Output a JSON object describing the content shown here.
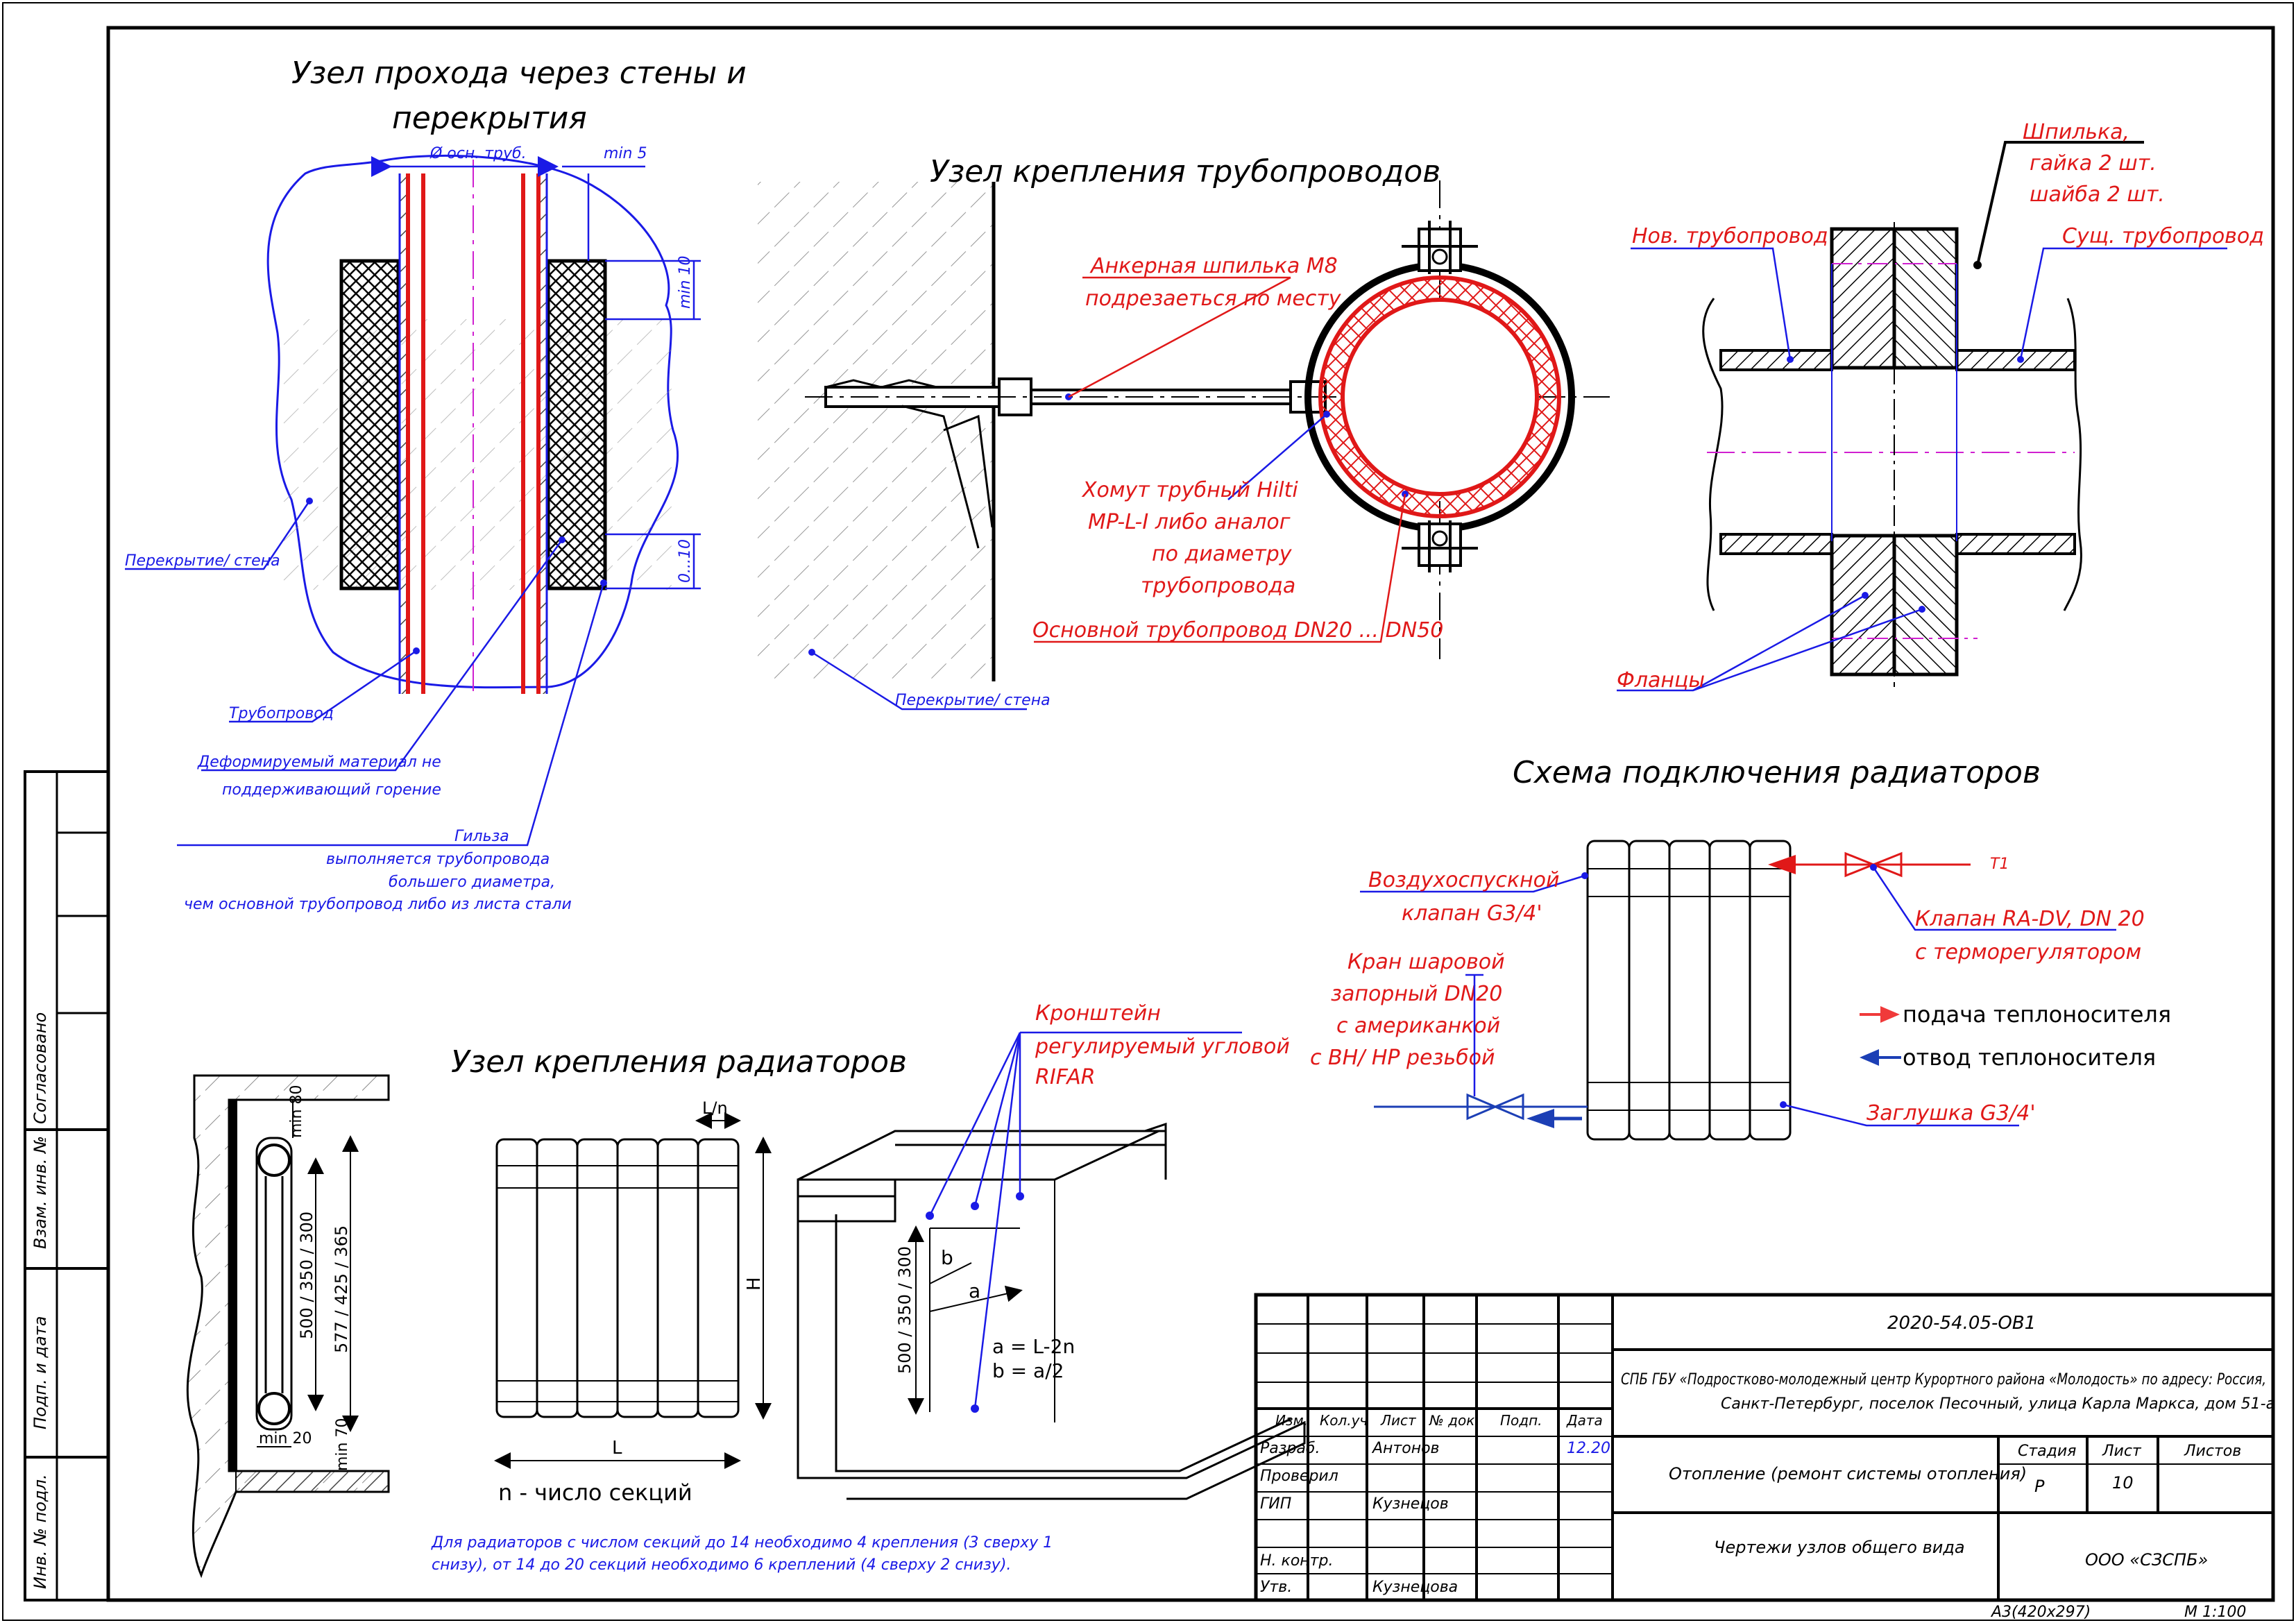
{
  "titles": {
    "wall_pass": [
      "Узел прохода через стены и",
      "перекрытия"
    ],
    "pipe_mount": "Узел крепления трубопроводов",
    "radiator_scheme": "Схема подключения радиаторов",
    "radiator_mount": "Узел крепления радиаторов"
  },
  "wall_pass": {
    "dim_diameter": "Ø  осн. труб.",
    "dim_min5": "min 5",
    "dim_min10": "min 10",
    "dim_0_10": "0...10",
    "label_slab": "Перекрытие/ стена",
    "label_pipe": "Трубопровод",
    "label_deform": [
      "Деформируемый материал не",
      "поддерживающий горение"
    ],
    "label_sleeve": [
      "Гильза",
      "выполняется трубопровода",
      "большего диаметра,",
      "чем основной трубопровод либо из листа стали"
    ]
  },
  "pipe_mount": {
    "label_anchor": [
      "Анкерная шпилька М8",
      "подрезаеться по месту"
    ],
    "label_clamp": [
      "Хомут трубный Hilti",
      "MP-L-I либо аналог",
      "по диаметру",
      "трубопровода"
    ],
    "label_main_pipe": "Основной трубопровод DN20 ... DN50",
    "label_slab": "Перекрытие/ стена"
  },
  "flange": {
    "label_stud": [
      "Шпилька,",
      "гайка 2 шт.",
      "шайба 2 шт."
    ],
    "label_new": "Нов. трубопровод",
    "label_existing": "Сущ. трубопровод",
    "label_flanges": "Фланцы"
  },
  "radiator_scheme": {
    "label_air_valve": [
      "Воздухоспускной",
      "клапан G3/4'"
    ],
    "label_ball_valve": [
      "Кран шаровой",
      "запорный DN20",
      "с американкой",
      "с ВН/ НР резьбой"
    ],
    "label_t1": "Т1",
    "label_ra_valve": [
      "Клапан RA-DV, DN 20",
      "с терморегулятором"
    ],
    "legend_supply": "подача теплоносителя",
    "legend_return": "отвод теплоносителя",
    "label_plug": "Заглушка G3/4'"
  },
  "radiator_mount": {
    "dim_min80": "min 80",
    "dim_heights1": "500 / 350 / 300",
    "dim_heights2": "577 / 425 / 365",
    "dim_min20": "min 20",
    "dim_min70": "min 70",
    "dim_ln": "L/n",
    "dim_h": "H",
    "dim_l": "L",
    "caption_n": "n - число секций",
    "label_bracket": [
      "Кронштейн",
      "регулируемый угловой",
      "RIFAR"
    ],
    "dim_b": "b",
    "dim_a": "a",
    "formula_a": "a = L-2n",
    "formula_b": "b = a/2",
    "dim_heights3": "500 / 350 / 300",
    "note": [
      "Для радиаторов с числом секций до 14 необходимо 4 крепления (3 сверху 1",
      "снизу), от 14 до 20 секций необходимо 6 креплений (4 сверху 2 снизу)."
    ]
  },
  "side_stamp": [
    "Согласовано",
    "Взам. инв. №",
    "Подп. и дата",
    "Инв. № подл."
  ],
  "title_block": {
    "code": "2020-54.05-ОВ1",
    "project": [
      "СПБ ГБУ «Подростково-молодежный центр Курортного района «Молодость» по адресу: Россия,",
      "Санкт-Петербург, поселок Песочный, улица Карла Маркса, дом 51-а"
    ],
    "col_heads": [
      "Изм.",
      "Кол.уч",
      "Лист",
      "№ док.",
      "Подп.",
      "Дата"
    ],
    "rows": [
      {
        "role": "Разраб.",
        "name": "Антонов",
        "date": "12.20"
      },
      {
        "role": "Проверил",
        "name": "",
        "date": ""
      },
      {
        "role": "ГИП",
        "name": "Кузнецов",
        "date": ""
      },
      {
        "role": "",
        "name": "",
        "date": ""
      },
      {
        "role": "Н. контр.",
        "name": "",
        "date": ""
      },
      {
        "role": "Утв.",
        "name": "Кузнецова",
        "date": ""
      }
    ],
    "section": "Отопление (ремонт системы отопления)",
    "stage_head": "Стадия",
    "sheet_head": "Лист",
    "sheets_head": "Листов",
    "stage": "Р",
    "sheet": "10",
    "sheets": "",
    "drawing": "Чертежи узлов общего вида",
    "company": "ООО «СЗСПБ»",
    "format": "А3(420х297)",
    "scale": "М  1:100"
  },
  "colors": {
    "frame": "#000000",
    "annotation": "#1a1ae6",
    "pipe": "#e01818",
    "axis": "#d020d0",
    "hatch": "#555555",
    "supply_arrow": "#f03a3a",
    "return_arrow": "#1c3fb5"
  }
}
